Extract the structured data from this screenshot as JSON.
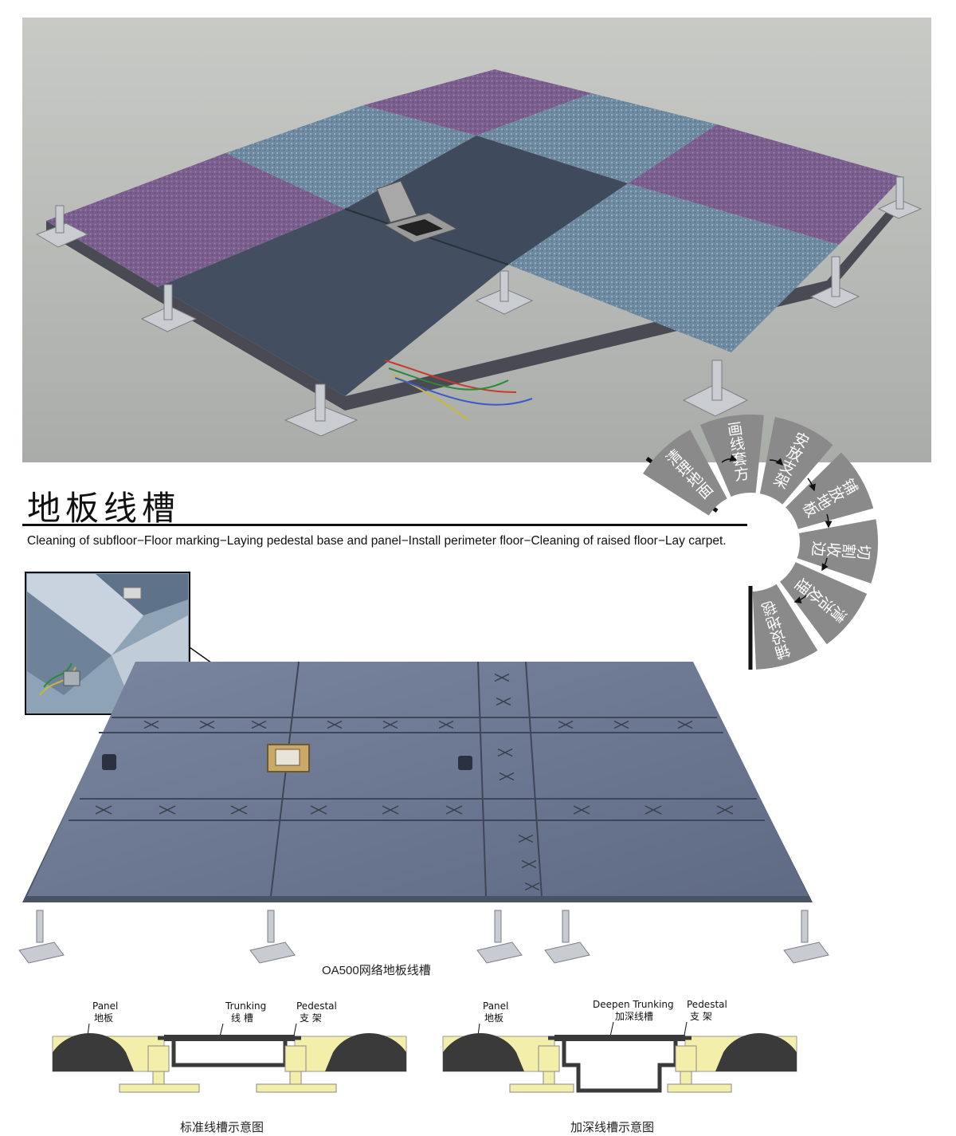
{
  "heading": "地板线槽",
  "subtitle": "Cleaning of subfloor−Floor marking−Laying pedestal base and panel−Install perimeter floor−Cleaning of raised floor−Lay carpet.",
  "steps": [
    "清理地面",
    "画线套方",
    "安放支架",
    "铺放地板",
    "切割收边",
    "清洁处理",
    "铺设地毯"
  ],
  "oa_caption": "OA500网络地板线槽",
  "section_standard": {
    "panel_en": "Panel",
    "panel_cn": "地板",
    "trunk_en": "Trunking",
    "trunk_cn": "线 槽",
    "ped_en": "Pedestal",
    "ped_cn": "支 架",
    "caption": "标准线槽示意图"
  },
  "section_deep": {
    "panel_en": "Panel",
    "panel_cn": "地板",
    "trunk_en": "Deepen Trunking",
    "trunk_cn": "加深线槽",
    "ped_en": "Pedestal",
    "ped_cn": "支 架",
    "caption": "加深线槽示意图"
  },
  "colors": {
    "step_gray": "#8a8a8a",
    "carpet_purple": "#7a5f8e",
    "carpet_blue": "#6e8aa0",
    "panel_blue": "#6a7690",
    "section_yellow": "#f3efaa",
    "section_dark": "#3a3a3a"
  }
}
